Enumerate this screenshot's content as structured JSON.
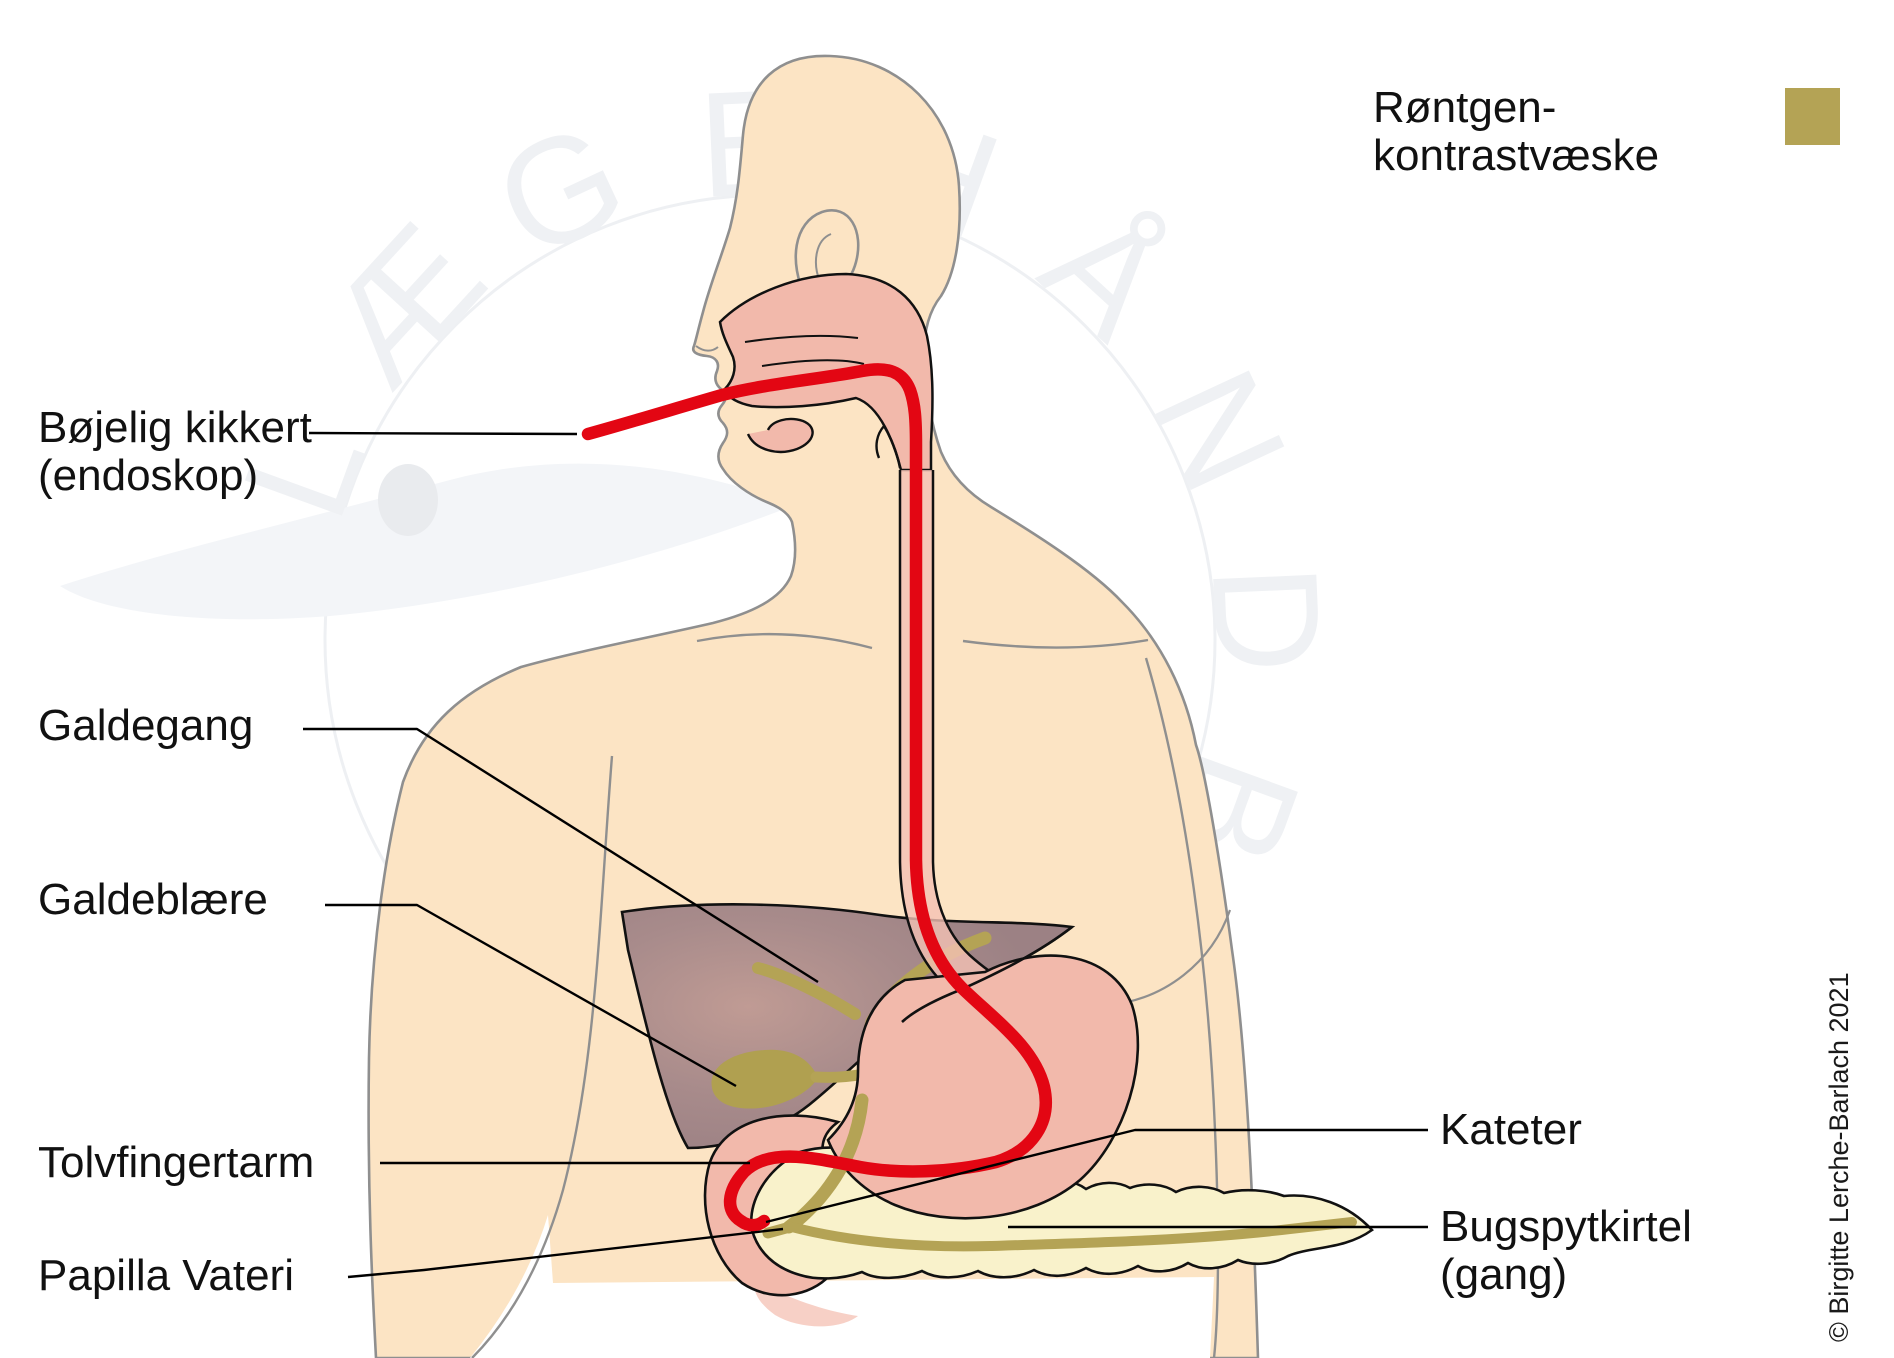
{
  "figure": {
    "description_language": "Danish",
    "subject": "ERCP endoscopy of bile and pancreatic ducts"
  },
  "labels": {
    "endoscope": {
      "line1": "Bøjelig kikkert",
      "line2": "(endoskop)"
    },
    "galdegang": "Galdegang",
    "galdeblaere": "Galdeblære",
    "tolvfingertarm": "Tolvfingertarm",
    "papilla_vateri": "Papilla Vateri",
    "kateter": "Kateter",
    "bugspytkirtel": {
      "line1": "Bugspytkirtel",
      "line2": "(gang)"
    }
  },
  "legend": {
    "line1": "Røntgen-",
    "line2": "kontrastvæske",
    "swatch_color": "#b4a355"
  },
  "copyright": "© Birgitte Lerche-Barlach 2021",
  "watermark": {
    "text": "LÆGEHÅNDBOGEN"
  },
  "colors": {
    "skin": "#fce4c4",
    "body_outline": "#8f8f8f",
    "organ_outline": "#111111",
    "mouth_pink": "#f2b9ab",
    "stomach_pink": "#f2b9ab",
    "liver": "#9c8184",
    "liver_highlight": "#c09b94",
    "pancreas": "#f9f2cb",
    "contrast_fluid": "#b4a355",
    "endoscope_red": "#e30613",
    "leader_line": "#000000"
  }
}
